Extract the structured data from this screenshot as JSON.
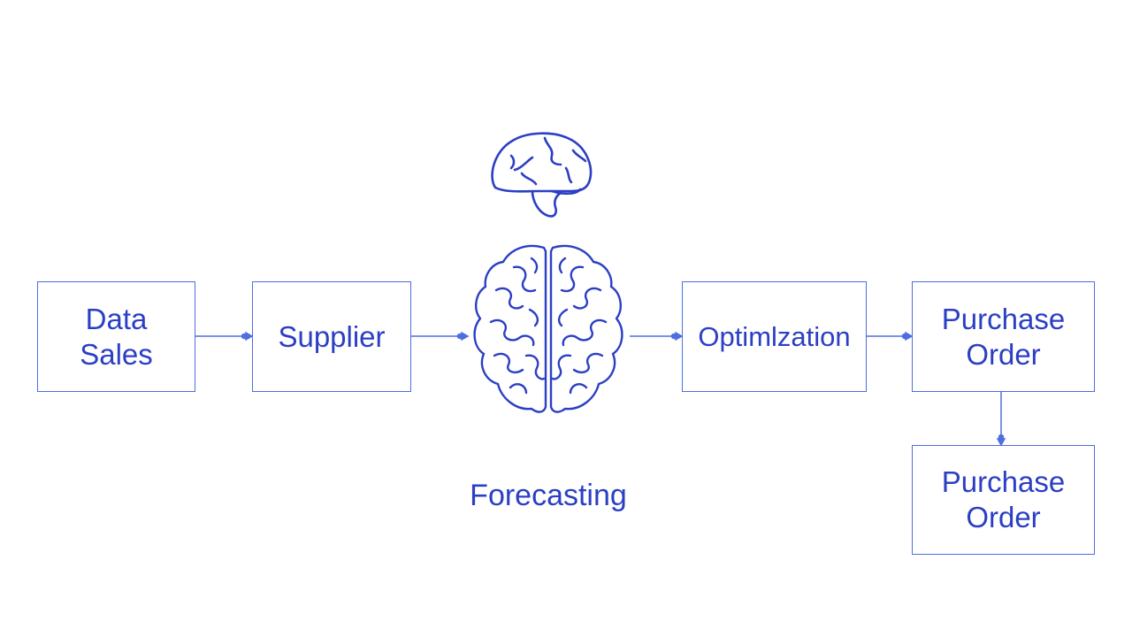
{
  "diagram": {
    "nodes": {
      "data_sales": {
        "line1": "Data",
        "line2": "Sales"
      },
      "supplier": {
        "label": "Supplier"
      },
      "optimization": {
        "label": "Optimlzation"
      },
      "purchase_order_1": {
        "line1": "Purchase",
        "line2": "Order"
      },
      "purchase_order_2": {
        "line1": "Purchase",
        "line2": "Order"
      }
    },
    "forecasting_label": "Forecasting",
    "icons": [
      "brain-outline-icon",
      "brain-detailed-icon"
    ],
    "colors": {
      "stroke": "#4f6ee0",
      "text": "#2b3fc4",
      "background": "#ffffff"
    }
  }
}
